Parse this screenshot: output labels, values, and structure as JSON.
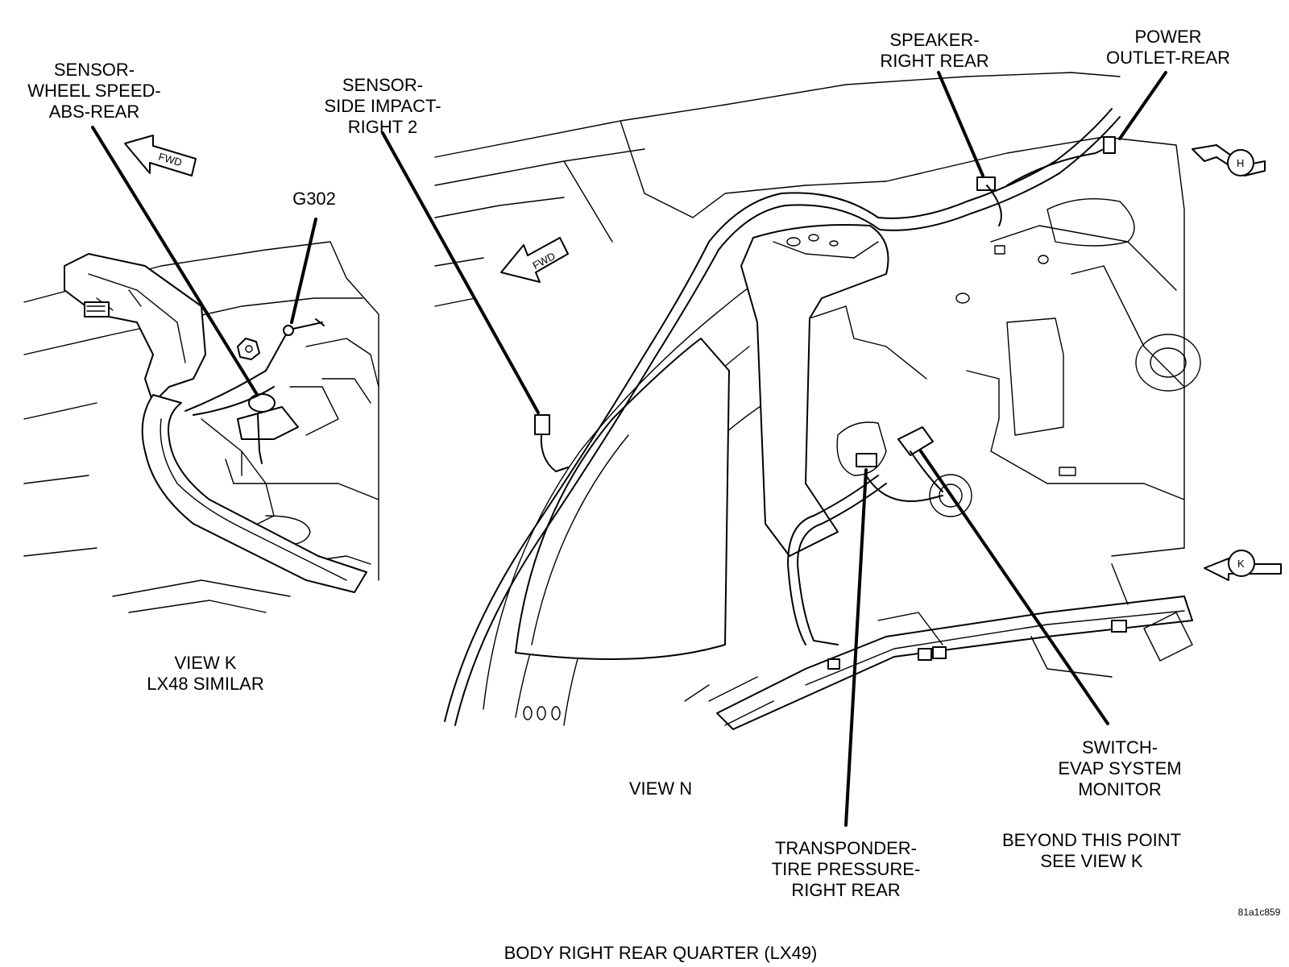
{
  "callouts": {
    "sensor_wheel_speed": [
      "SENSOR-",
      "WHEEL SPEED-",
      "ABS-REAR"
    ],
    "sensor_side_impact": [
      "SENSOR-",
      "SIDE IMPACT-",
      "RIGHT 2"
    ],
    "speaker": [
      "SPEAKER-",
      "RIGHT REAR"
    ],
    "power_outlet": [
      "POWER",
      "OUTLET-REAR"
    ],
    "ground": [
      "G302"
    ],
    "switch_evap": [
      "SWITCH-",
      "EVAP SYSTEM",
      "MONITOR"
    ],
    "transponder": [
      "TRANSPONDER-",
      "TIRE PRESSURE-",
      "RIGHT REAR"
    ],
    "beyond": [
      "BEYOND THIS POINT",
      "SEE VIEW K"
    ]
  },
  "views": {
    "view_k": [
      "VIEW K",
      "LX48 SIMILAR"
    ],
    "view_n": [
      "VIEW N"
    ]
  },
  "markers": {
    "fwd": "FWD",
    "view_h": "H",
    "view_k": "K"
  },
  "figure_code": "81a1c859",
  "caption": "BODY RIGHT REAR QUARTER (LX49)"
}
